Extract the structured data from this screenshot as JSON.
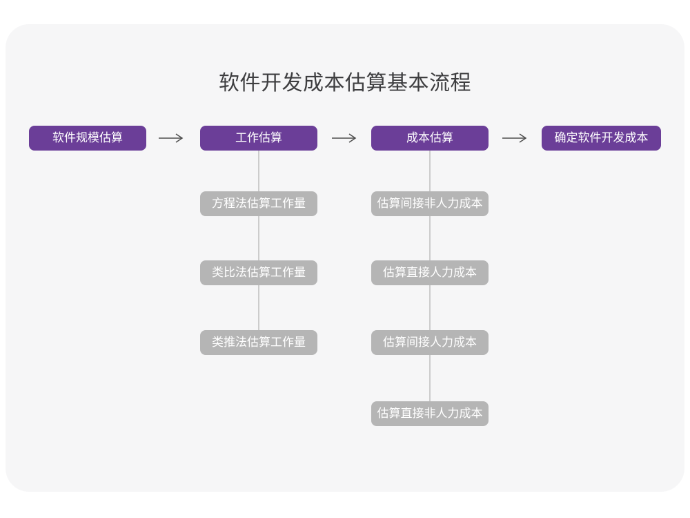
{
  "title": "软件开发成本估算基本流程",
  "colors": {
    "page_background": "#ffffff",
    "card_background": "#f6f6f7",
    "primary_box": "#6b3e98",
    "secondary_box": "#b5b5b5",
    "box_text": "#ffffff",
    "title_text": "#3e3e40",
    "arrow": "#4d4d4d",
    "connector": "#cccccc"
  },
  "main_flow": {
    "steps": [
      {
        "label": "软件规模估算"
      },
      {
        "label": "工作估算"
      },
      {
        "label": "成本估算"
      },
      {
        "label": "确定软件开发成本"
      }
    ]
  },
  "work_estimation_branch": {
    "items": [
      {
        "label": "方程法估算工作量"
      },
      {
        "label": "类比法估算工作量"
      },
      {
        "label": "类推法估算工作量"
      }
    ]
  },
  "cost_estimation_branch": {
    "items": [
      {
        "label": "估算间接非人力成本"
      },
      {
        "label": "估算直接人力成本"
      },
      {
        "label": "估算间接人力成本"
      },
      {
        "label": "估算直接非人力成本"
      }
    ]
  }
}
